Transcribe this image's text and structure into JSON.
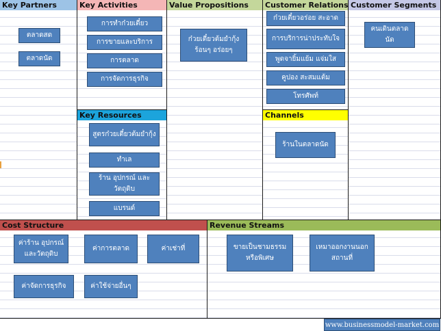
{
  "sections": {
    "key_partners": {
      "title": "Key Partners",
      "color": "#9dc3e6",
      "items": [
        "ตลาดสด",
        "ตลาดนัด"
      ]
    },
    "key_activities": {
      "title": "Key Activities",
      "color": "#f4b6b6",
      "items": [
        "การทำก๋วยเตี๋ยว",
        "การขายและบริการ",
        "การตลาด",
        "การจัดการธุรกิจ"
      ]
    },
    "key_resources": {
      "title": "Key Resources",
      "color": "#1ca4dc",
      "items": [
        "สูตรก๋วยเตี๋ยวต้มยำกุ้ง",
        "ทำเล",
        "ร้าน อุปกรณ์ และวัตถุดิบ",
        "แบรนด์"
      ]
    },
    "value_propositions": {
      "title": "Value Propositions",
      "color": "#c4d79b",
      "items": [
        "ก๋วยเตี๋ยวต้มยำกุ้ง ร้อนๆ อร่อยๆ"
      ]
    },
    "customer_relationships": {
      "title": "Customer Relationship",
      "color": "#c4d79b",
      "items": [
        "ก๋วยเตี๋ยวอร่อย สะอาด",
        "การบริการน่าประทับใจ",
        "พูดจายิ้มแย้ม แจ่มใส",
        "คูปอง สะสมแต้ม",
        "โทรศัพท์"
      ]
    },
    "channels": {
      "title": "Channels",
      "color": "#ffff00",
      "items": [
        "ร้านในตลาดนัด"
      ]
    },
    "customer_segments": {
      "title": "Customer Segments",
      "color": "#c5c8e6",
      "items": [
        "คนเดินตลาดนัด"
      ]
    },
    "cost_structure": {
      "title": "Cost Structure",
      "color": "#c0504d",
      "items": [
        "ค่าร้าน อุปกรณ์ และวัตถุดิบ",
        "ค่าการตลาด",
        "ค่าเช่าที่",
        "ค่าจัดการธุรกิจ",
        "ค่าใช้จ่ายอื่นๆ"
      ]
    },
    "revenue_streams": {
      "title": "Revenue Streams",
      "color": "#9bbb59",
      "items": [
        "ขายเป็นชามธรรมหรือพิเศษ",
        "เหมาออกงานนอกสถานที่"
      ]
    }
  },
  "footer": {
    "text": "www.businessmodel-market.com"
  }
}
